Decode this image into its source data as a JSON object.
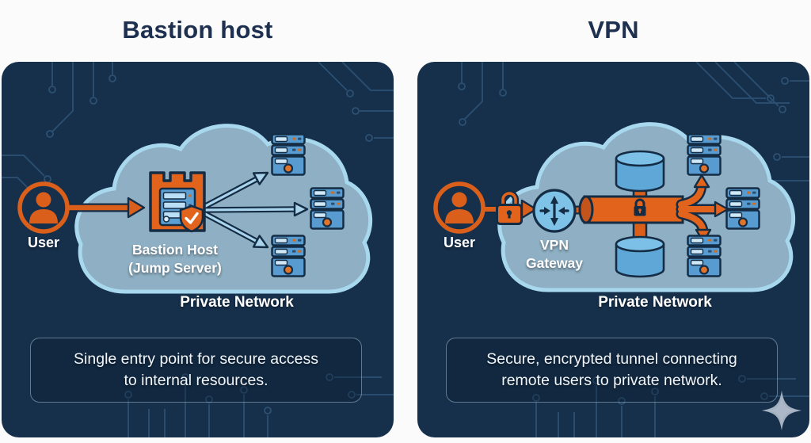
{
  "panels": [
    {
      "title": "Bastion host",
      "user_label": "User",
      "node_line1": "Bastion Host",
      "node_line2": "(Jump Server)",
      "network_label": "Private Network",
      "desc_line1": "Single entry point for secure access",
      "desc_line2": "to internal resources."
    },
    {
      "title": "VPN",
      "user_label": "User",
      "node_line1": "VPN",
      "node_line2": "Gateway",
      "network_label": "Private Network",
      "desc_line1": "Secure, encrypted tunnel connecting",
      "desc_line2": "remote users to private network."
    }
  ],
  "icons": {
    "user": "person in orange ring",
    "bastion": "orange castle jump-server with shield check",
    "server": "blue server rack stack",
    "gateway": "router circle with arrows",
    "lock": "padlock",
    "tunnel": "orange encrypted pipe with lock",
    "database": "blue cylinder",
    "cloud": "private network cloud",
    "sparkle": "gray four-point star watermark"
  },
  "colors": {
    "panel_bg": "#16304c",
    "accent_orange": "#e2641c",
    "outline_navy": "#142c44",
    "cloud_fill": "#8fb0c4",
    "cloud_stroke": "#a8d8ee",
    "server_blue": "#579bd0",
    "light_blue_arrow": "#a9d4ec",
    "title_navy": "#1d3050",
    "watermark_gray": "#a3b0bf"
  }
}
